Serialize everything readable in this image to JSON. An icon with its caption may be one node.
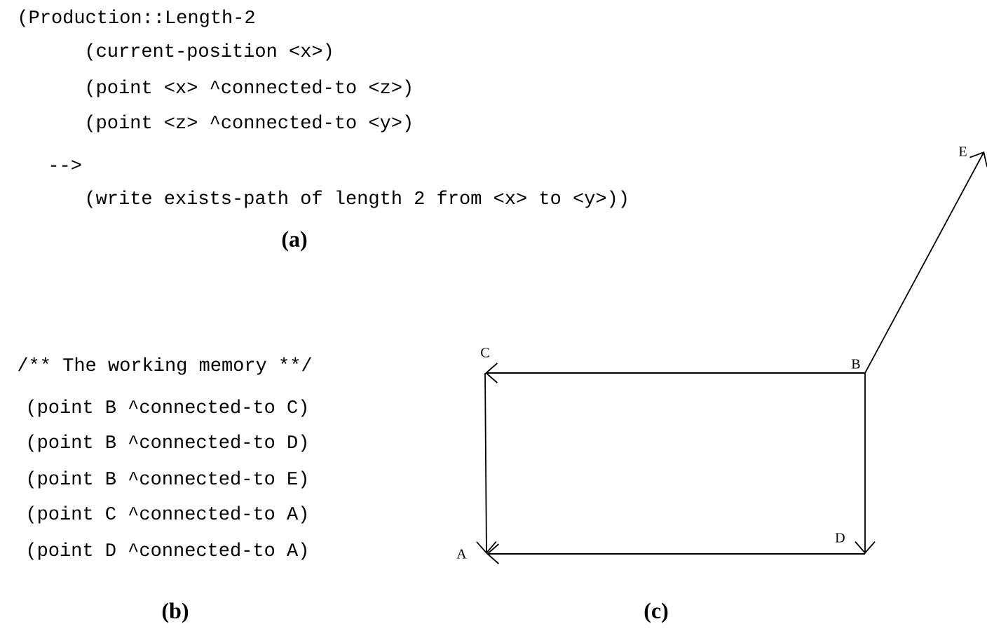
{
  "diagram": {
    "nodes": [
      {
        "text": [
          "A"
        ]
      },
      {
        "text": [
          "B"
        ]
      },
      {
        "text": [
          "C"
        ]
      },
      {
        "text": [
          "D"
        ]
      },
      {
        "text": [
          "E"
        ]
      }
    ],
    "edges": [
      {
        "from": 1,
        "to": 2,
        "arrow": "to"
      },
      {
        "from": 1,
        "to": 3,
        "arrow": "to"
      },
      {
        "from": 1,
        "to": 4,
        "arrow": "to"
      },
      {
        "from": 2,
        "to": 0,
        "arrow": "to"
      },
      {
        "from": 3,
        "to": 0,
        "arrow": "to"
      }
    ],
    "labels": [
      "(Production::Length-2",
      "(current-position <x>)",
      "(point <x>  ^connected-to <z>)",
      "(point <z>  ^connected-to <y>)",
      "-->",
      "(write exists-path of length 2 from <x> to <y>))",
      "(a)",
      "/** The working memory **/",
      "(point B  ^connected-to C)",
      "(point B  ^connected-to D)",
      "(point B  ^connected-to E)",
      "(point C  ^connected-to A)",
      "(point D  ^connected-to A)",
      "(b)",
      "(c)"
    ]
  }
}
